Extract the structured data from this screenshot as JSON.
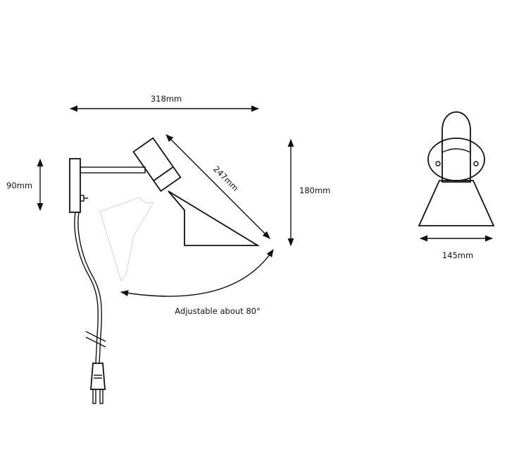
{
  "dimensions": {
    "width_overall": "318mm",
    "arm_length": "247mm",
    "base_height": "90mm",
    "lamp_height": "180mm",
    "shade_width": "145mm"
  },
  "adjustment": {
    "label": "Adjustable about 80°"
  },
  "colors": {
    "line": "#111111",
    "ghost_line": "#d4d4d4",
    "background": "#ffffff"
  }
}
